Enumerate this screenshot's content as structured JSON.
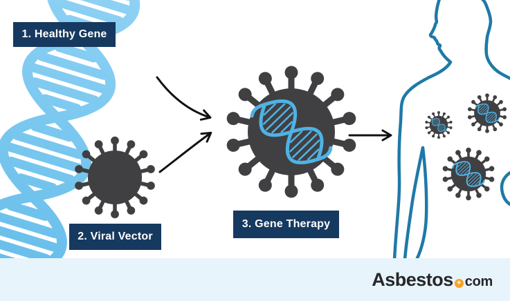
{
  "diagram": {
    "steps": [
      {
        "label": "1. Healthy Gene",
        "icon": "dna-helix-icon"
      },
      {
        "label": "2. Viral Vector",
        "icon": "virus-icon"
      },
      {
        "label": "3. Gene Therapy",
        "icon": "virus-with-gene-icon"
      }
    ],
    "destination": {
      "icon": "human-body-outline",
      "contents": "three viruses carrying gene"
    },
    "arrows": [
      "healthy-gene-to-gene-therapy",
      "viral-vector-to-gene-therapy",
      "gene-therapy-to-body"
    ]
  },
  "branding": {
    "name": "Asbestos",
    "tld": "com",
    "badge_icon": "plus-badge-icon"
  },
  "colors": {
    "label_bg": "#16395F",
    "label_text": "#FFFFFF",
    "dna_blue_light": "#92D3F5",
    "dna_blue_deep": "#66BEEA",
    "virus_gray": "#404042",
    "gene_blue": "#50B2E5",
    "body_outline": "#1F79A7",
    "arrow": "#111111",
    "footer_bg": "#E8F4FB",
    "logo_text": "#26272B",
    "logo_badge": "#F9A11F"
  }
}
